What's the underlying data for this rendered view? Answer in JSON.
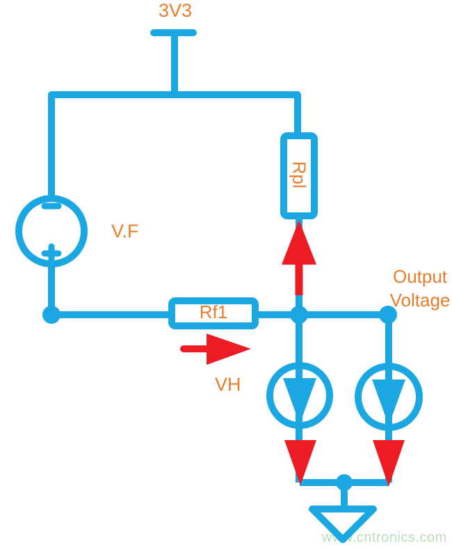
{
  "diagram_type": "circuit-schematic",
  "labels": {
    "supply": "3V3",
    "source": "V.F",
    "resistor_feedback": "Rf1",
    "resistor_pullup": "Rpl",
    "current_arrow": "VH",
    "output_line1": "Output",
    "output_line2": "Voltage",
    "watermark": "www.cntronics.com"
  },
  "colors": {
    "wire_blue": "#1BA7E2",
    "label_orange": "#E87D2C",
    "arrow_red": "#ED1C24",
    "watermark_green": "#B9DFB9",
    "bg": "#FFFFFF"
  },
  "schematic": {
    "components": [
      {
        "id": "vcc",
        "type": "power-rail",
        "label": "3V3"
      },
      {
        "id": "vf",
        "type": "voltage-source",
        "label": "V.F",
        "polarity_top": "-",
        "polarity_bottom": "+"
      },
      {
        "id": "rpl",
        "type": "resistor",
        "label": "Rpl",
        "orientation": "vertical"
      },
      {
        "id": "rf1",
        "type": "resistor",
        "label": "Rf1",
        "orientation": "horizontal"
      },
      {
        "id": "cs1",
        "type": "current-source",
        "label": "",
        "arrow": "down"
      },
      {
        "id": "cs2",
        "type": "current-source",
        "label": "",
        "arrow": "down"
      },
      {
        "id": "gnd",
        "type": "ground",
        "label": ""
      }
    ],
    "annotations": [
      {
        "text": "VH",
        "type": "current-flow-label",
        "arrow_direction": "right"
      },
      {
        "text": "Output Voltage",
        "type": "node-label"
      }
    ]
  }
}
